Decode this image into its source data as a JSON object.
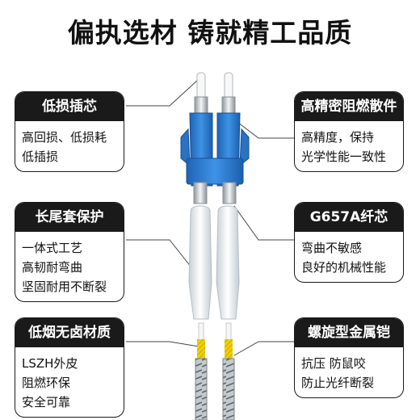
{
  "title": "偏执选材 铸就精工品质",
  "features": [
    {
      "heading": "低损插芯",
      "lines": [
        "高回损、低损耗",
        "低插损"
      ]
    },
    {
      "heading": "高精密阻燃散件",
      "lines": [
        "高精度，保持",
        "光学性能一致性"
      ]
    },
    {
      "heading": "长尾套保护",
      "lines": [
        "一体式工艺",
        "高韧耐弯曲",
        "坚固耐用不断裂"
      ]
    },
    {
      "heading": "G657A纤芯",
      "lines": [
        "弯曲不敏感",
        "良好的机械性能"
      ]
    },
    {
      "heading": "低烟无卤材质",
      "lines": [
        "LSZH外皮",
        "阻燃环保",
        "安全可靠"
      ]
    },
    {
      "heading": "螺旋型金属铠",
      "lines": [
        "抗压 防鼠咬",
        "防止光纤断裂"
      ]
    }
  ],
  "colors": {
    "card_header": "#1a1a1a",
    "connector": "#2f7fd1",
    "boot": "#eef2f5",
    "fiber": "#e8c400",
    "armor": "#9aa0a6"
  }
}
